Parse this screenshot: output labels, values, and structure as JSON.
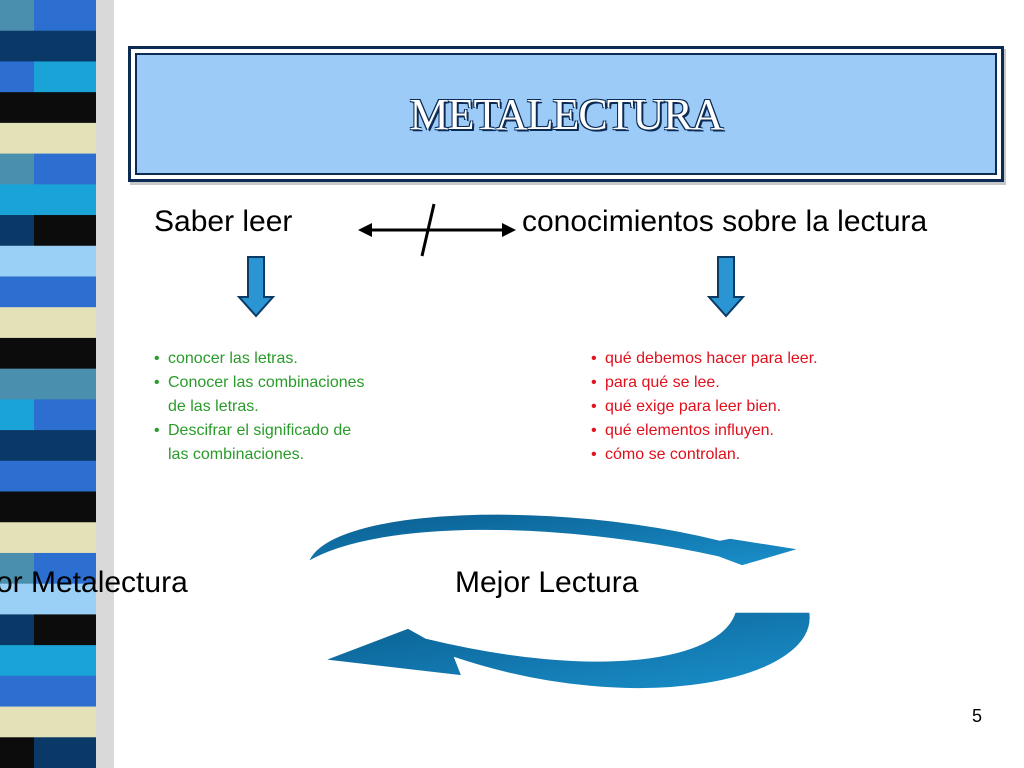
{
  "slide": {
    "title": "METALECTURA",
    "left_heading": "Saber leer",
    "right_heading": "conocimientos sobre la lectura",
    "left_items": [
      "conocer las letras.",
      "Conocer las combinaciones de las letras.",
      "Descifrar el significado de las combinaciones."
    ],
    "right_items": [
      "qué debemos hacer para leer.",
      "para qué se lee.",
      "qué exige para leer bien.",
      "qué elementos influyen.",
      "cómo se controlan."
    ],
    "cycle_left_label": "or Metalectura",
    "cycle_right_label": "Mejor Lectura",
    "page_number": "5"
  },
  "colors": {
    "title_fill": "#9ccbf8",
    "title_border": "#0b2a54",
    "arrow_blue": "#1a8fd0",
    "left_text": "#2a9b2a",
    "right_text": "#e0101c"
  }
}
